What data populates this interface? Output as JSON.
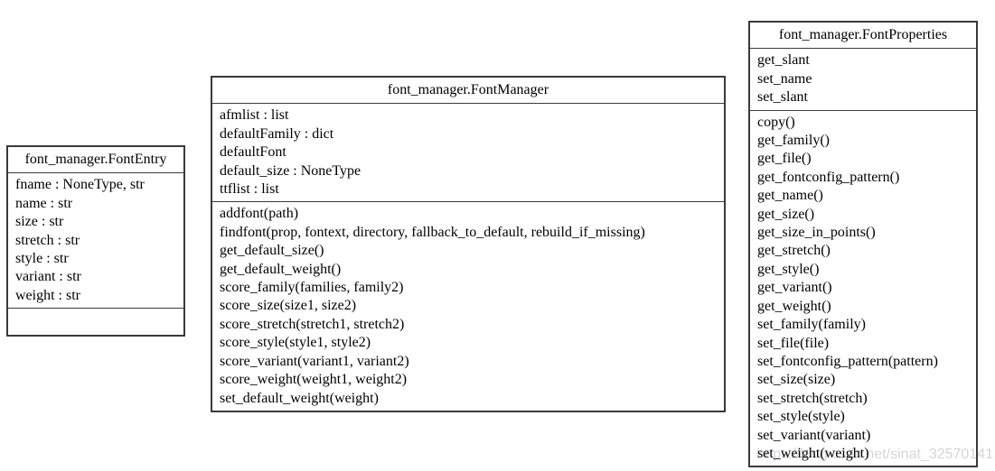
{
  "diagram": {
    "type": "uml-class-diagram",
    "classes": [
      {
        "title": "font_manager.FontEntry",
        "attributes": [
          "fname : NoneType, str",
          "name : str",
          "size : str",
          "stretch : str",
          "style : str",
          "variant : str",
          "weight : str"
        ],
        "methods": []
      },
      {
        "title": "font_manager.FontManager",
        "attributes": [
          "afmlist : list",
          "defaultFamily : dict",
          "defaultFont",
          "default_size : NoneType",
          "ttflist : list"
        ],
        "methods": [
          "addfont(path)",
          "findfont(prop, fontext, directory, fallback_to_default, rebuild_if_missing)",
          "get_default_size()",
          "get_default_weight()",
          "score_family(families, family2)",
          "score_size(size1, size2)",
          "score_stretch(stretch1, stretch2)",
          "score_style(style1, style2)",
          "score_variant(variant1, variant2)",
          "score_weight(weight1, weight2)",
          "set_default_weight(weight)"
        ]
      },
      {
        "title": "font_manager.FontProperties",
        "attributes": [
          "get_slant",
          "set_name",
          "set_slant"
        ],
        "methods": [
          "copy()",
          "get_family()",
          "get_file()",
          "get_fontconfig_pattern()",
          "get_name()",
          "get_size()",
          "get_size_in_points()",
          "get_stretch()",
          "get_style()",
          "get_variant()",
          "get_weight()",
          "set_family(family)",
          "set_file(file)",
          "set_fontconfig_pattern(pattern)",
          "set_size(size)",
          "set_stretch(stretch)",
          "set_style(style)",
          "set_variant(variant)",
          "set_weight(weight)"
        ]
      }
    ]
  },
  "watermark": {
    "text": "https://blog.csdn.net/sinat_32570141"
  },
  "colors": {
    "border": "#3a3a3a",
    "text": "#000000",
    "background": "#ffffff",
    "watermark": "#d4d5da"
  }
}
